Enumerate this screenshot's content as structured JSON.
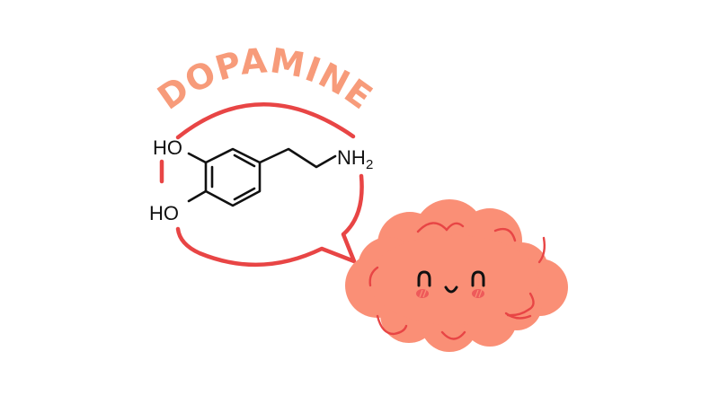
{
  "illustration": {
    "title": "DOPAMINE",
    "molecule": {
      "name": "dopamine",
      "labels": {
        "hydroxyl_top": "HO",
        "hydroxyl_bottom": "HO",
        "amine": "NH",
        "amine_subscript": "2"
      }
    },
    "mascot": {
      "type": "brain",
      "expression": "happy"
    }
  },
  "colors": {
    "background": "#ffffff",
    "title": "#f79b7a",
    "bubble_outline": "#e84545",
    "brain_fill": "#fa8f76",
    "brain_detail": "#e84545",
    "cheek": "#ee5a5a",
    "ink": "#111111"
  }
}
